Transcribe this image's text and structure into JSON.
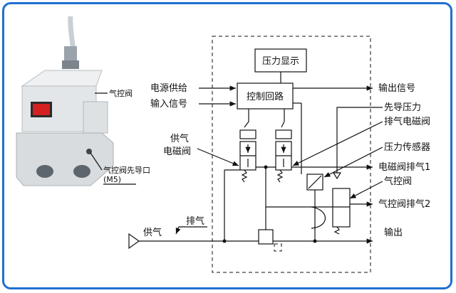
{
  "product_photo": {
    "labels": {
      "air_valve": "气控阀",
      "pilot_port": "气控阀先导口",
      "pilot_port_size": "(M5)"
    }
  },
  "diagram": {
    "blocks": {
      "pressure_display": "压力显示",
      "control_circuit": "控制回路"
    },
    "left_labels": {
      "power_supply": "电源供给",
      "input_signal": "输入信号",
      "supply_solenoid_line1": "供气",
      "supply_solenoid_line2": "电磁阀",
      "supply": "供气",
      "exhaust": "排气"
    },
    "right_labels": {
      "output_signal": "输出信号",
      "pilot_pressure": "先导压力",
      "exhaust_solenoid": "排气电磁阀",
      "pressure_sensor": "压力传感器",
      "solenoid_exhaust_1": "电磁阀排气1",
      "air_valve": "气控阀",
      "air_valve_exhaust_2": "气控阀排气2",
      "output": "输出"
    }
  }
}
